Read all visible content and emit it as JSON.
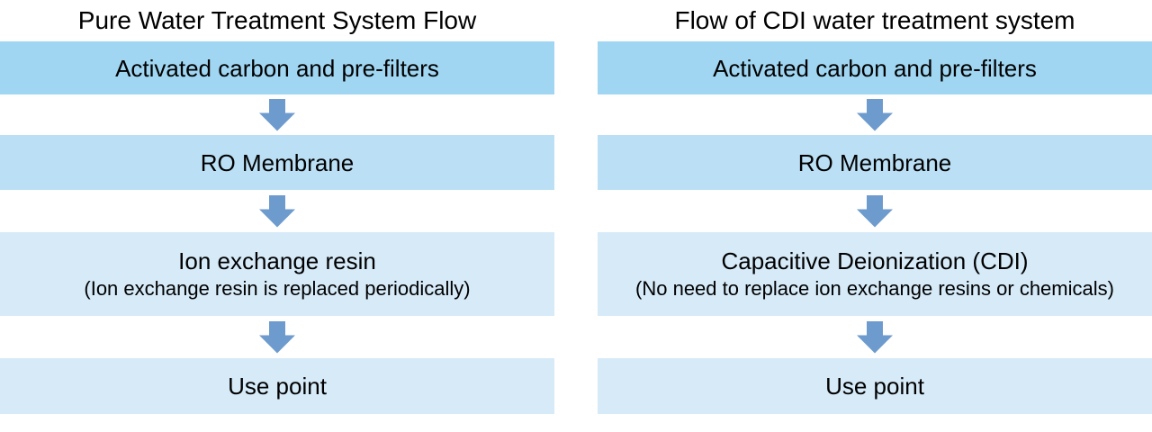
{
  "colors": {
    "box_shade_1": "#A0D6F2",
    "box_shade_2": "#BBDFF5",
    "box_shade_3": "#D6EAF8",
    "arrow_color": "#6E9BCD",
    "text_color": "#000000",
    "bg_color": "#FFFFFF"
  },
  "icons": {
    "arrow": "down-arrow-icon"
  },
  "diagrams": [
    {
      "title": "Pure Water Treatment System Flow",
      "steps": [
        {
          "label": "Activated carbon and pre-filters",
          "sublabel": "",
          "shade": 1
        },
        {
          "label": "RO Membrane",
          "sublabel": "",
          "shade": 2
        },
        {
          "label": "Ion exchange resin",
          "sublabel": "(Ion exchange resin is replaced periodically)",
          "shade": 3
        },
        {
          "label": "Use point",
          "sublabel": "",
          "shade": 3
        }
      ]
    },
    {
      "title": "Flow of CDI water treatment system",
      "steps": [
        {
          "label": "Activated carbon and pre-filters",
          "sublabel": "",
          "shade": 1
        },
        {
          "label": "RO Membrane",
          "sublabel": "",
          "shade": 2
        },
        {
          "label": "Capacitive Deionization (CDI)",
          "sublabel": "(No need to replace ion exchange resins or chemicals)",
          "shade": 3
        },
        {
          "label": "Use point",
          "sublabel": "",
          "shade": 3
        }
      ]
    }
  ]
}
